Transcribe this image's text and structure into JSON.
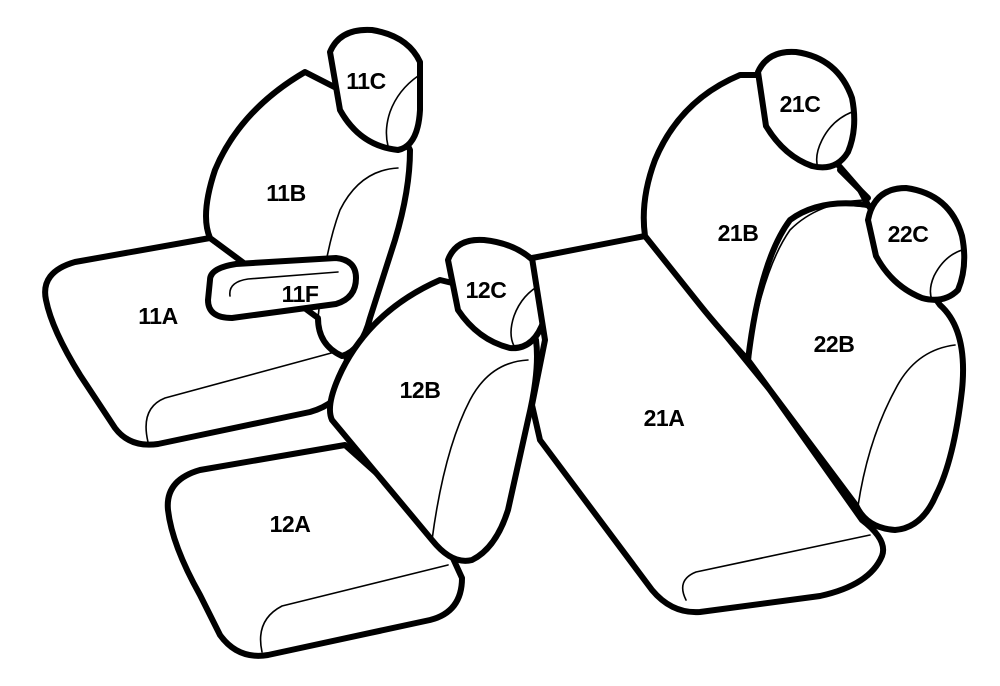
{
  "parts": {
    "p11A": "11A",
    "p11B": "11B",
    "p11C": "11C",
    "p11F": "11F",
    "p12A": "12A",
    "p12B": "12B",
    "p12C": "12C",
    "p21A": "21A",
    "p21B": "21B",
    "p21C": "21C",
    "p22B": "22B",
    "p22C": "22C"
  },
  "colors": {
    "line": "#000000",
    "fill": "#ffffff"
  }
}
